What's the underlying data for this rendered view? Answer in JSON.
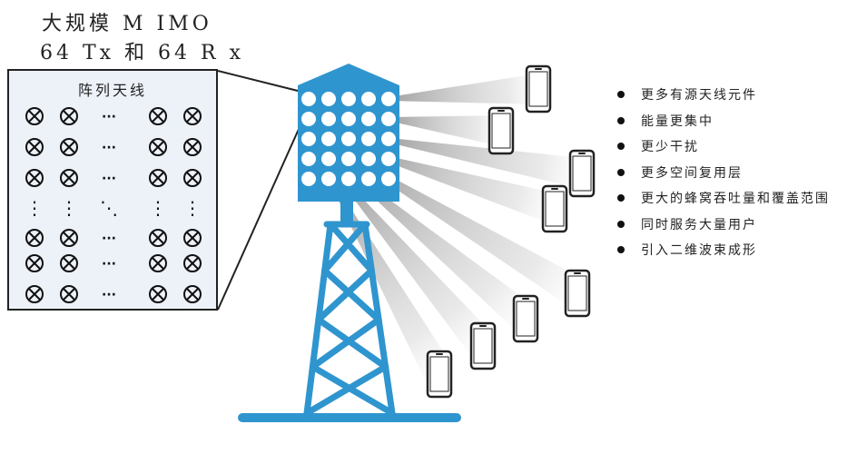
{
  "title": {
    "line1": "大规模 M IMO",
    "line2": "64 Tx 和 64 R x"
  },
  "array_panel": {
    "label": "阵列天线",
    "symbol": "⊗",
    "ellipsis_h": "···",
    "ellipsis_v": "⋮",
    "ellipsis_d": "⋱"
  },
  "features": [
    "更多有源天线元件",
    "能量更集中",
    "更少干扰",
    "更多空间复用层",
    "更大的蜂窝吞吐量和覆盖范围",
    "同时服务大量用户",
    "引入二维波束成形"
  ],
  "colors": {
    "tower": "#2f95cf",
    "beam": "#9a9a9a",
    "phone": "#222222",
    "panel_bg": "#edf1f8"
  },
  "icons": {
    "phone": "smartphone-icon",
    "antenna_element": "cross-circle-icon"
  }
}
